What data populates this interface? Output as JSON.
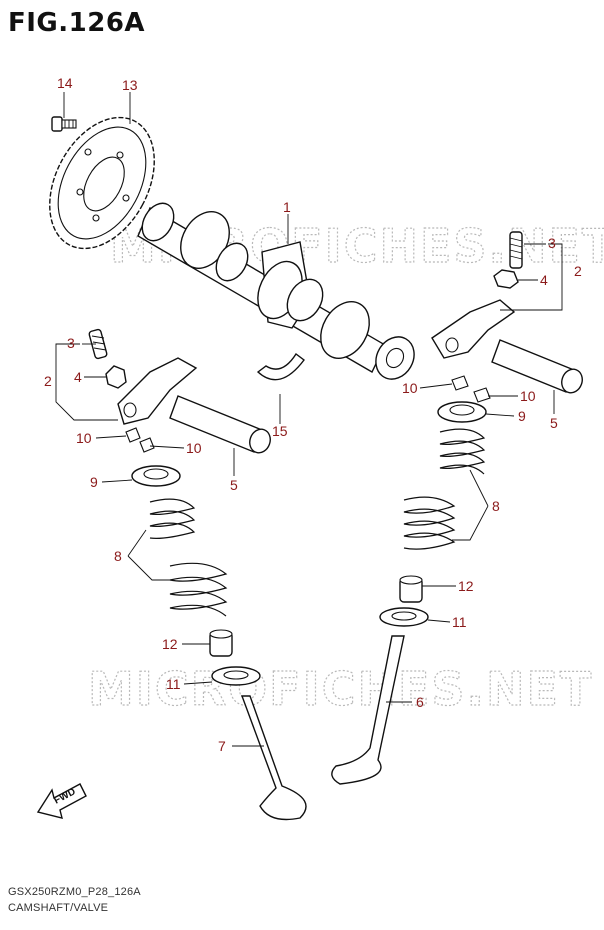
{
  "header": {
    "title": "FIG.126A"
  },
  "footer": {
    "code": "GSX250RZM0_P28_126A",
    "name": "CAMSHAFT/VALVE"
  },
  "watermark": "MICROFICHES.NET",
  "fwd_label": "FWD",
  "callouts": {
    "c14": "14",
    "c13": "13",
    "c1": "1",
    "c3r": "3",
    "c4r": "4",
    "c2r": "2",
    "c3l": "3",
    "c4l": "4",
    "c2l": "2",
    "c10a": "10",
    "c10b": "10",
    "c10c": "10",
    "c10d": "10",
    "c15": "15",
    "c5l": "5",
    "c5r": "5",
    "c9l": "9",
    "c9r": "9",
    "c8l": "8",
    "c8r": "8",
    "c12l": "12",
    "c12r": "12",
    "c11l": "11",
    "c11r": "11",
    "c7": "7",
    "c6": "6"
  },
  "colors": {
    "callout": "#8b1a1a",
    "line": "#111111",
    "watermark": "#b9b9b9"
  }
}
